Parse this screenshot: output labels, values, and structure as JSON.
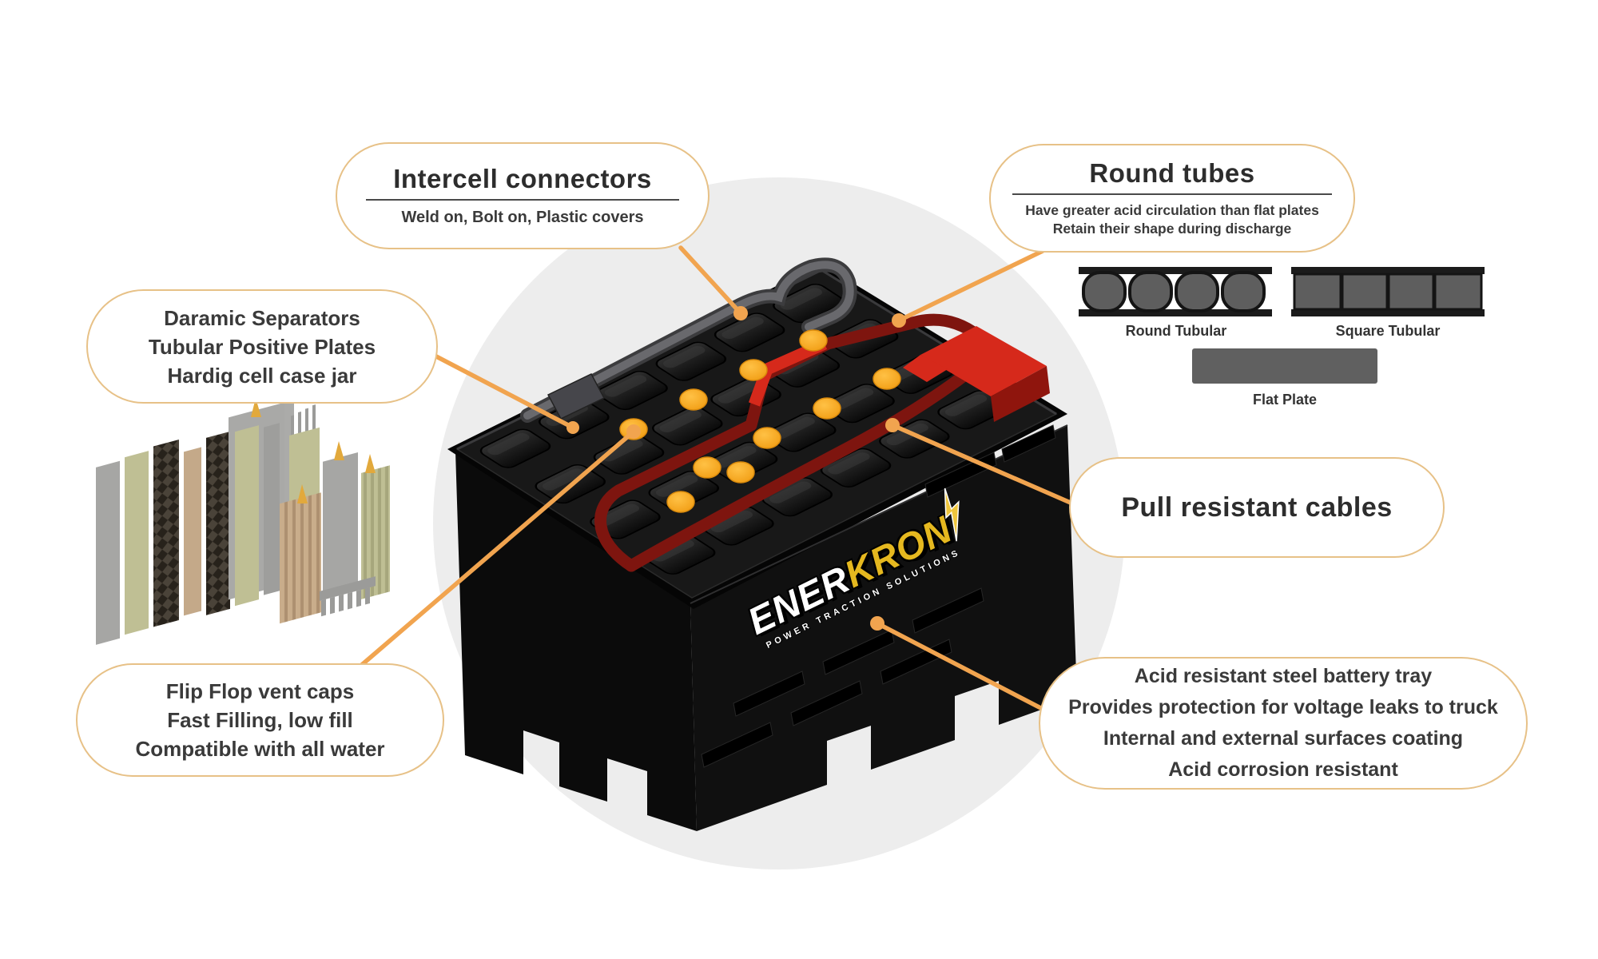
{
  "figure": {
    "callouts": {
      "intercell": {
        "title": "Intercell connectors",
        "subtitle": "Weld on, Bolt on, Plastic covers"
      },
      "round_tubes": {
        "title": "Round tubes",
        "lines": [
          "Have greater acid circulation than flat plates",
          "Retain their shape during discharge"
        ]
      },
      "separators": {
        "lines": [
          "Daramic Separators",
          "Tubular Positive Plates",
          "Hardig cell case jar"
        ]
      },
      "pull_cables": {
        "title": "Pull resistant cables"
      },
      "vent_caps": {
        "lines": [
          "Flip Flop vent caps",
          "Fast Filling, low fill",
          "Compatible with all water"
        ]
      },
      "battery_tray": {
        "lines": [
          "Acid resistant steel battery tray",
          "Provides protection for voltage leaks to truck",
          "Internal and external surfaces coating",
          "Acid corrosion resistant"
        ]
      }
    },
    "plate_types": {
      "round_label": "Round Tubular",
      "square_label": "Square Tubular",
      "flat_label": "Flat Plate"
    },
    "logo": {
      "name_part1": "ENER",
      "name_part2": "KRON",
      "tagline": "POWER TRACTION SOLUTIONS"
    },
    "colors": {
      "accent_line": "#F1A44F",
      "callout_border": "#E7C187",
      "vent_cap": "#F9A826",
      "cable_red": "#7E150F",
      "terminal_red": "#D6291B",
      "logo_gold": "#E5B81F",
      "bg_circle": "#EDEDED"
    }
  }
}
